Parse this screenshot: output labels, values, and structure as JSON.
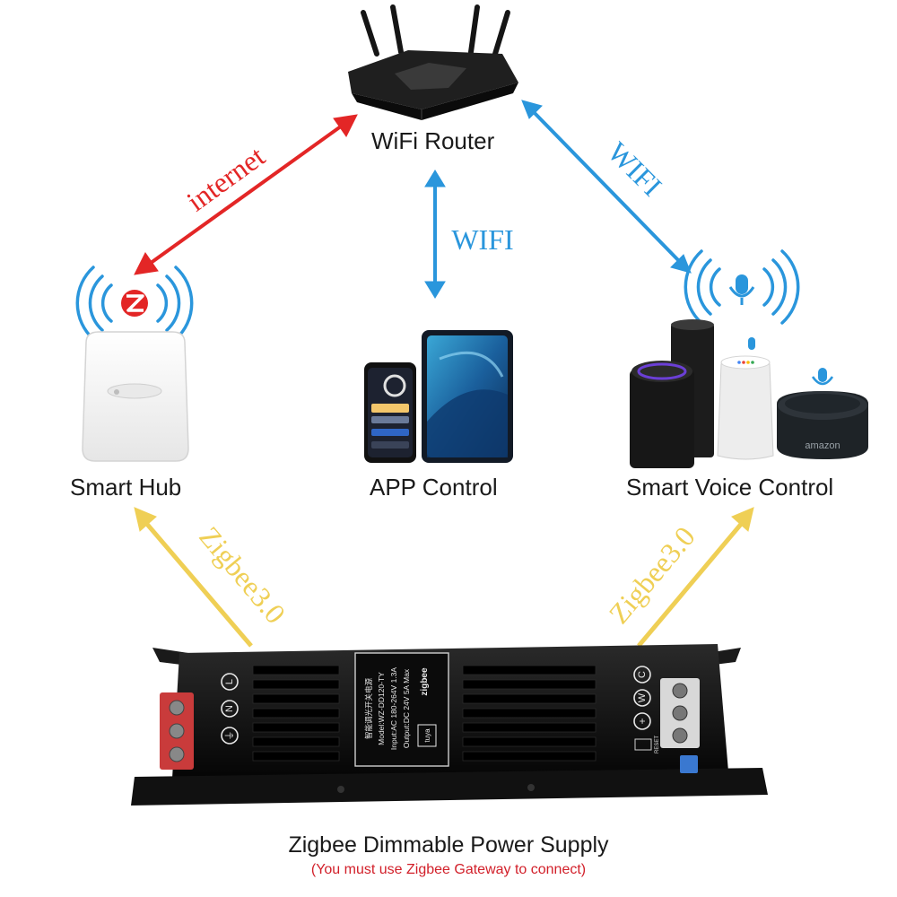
{
  "nodes": {
    "router": "WiFi Router",
    "hub": "Smart Hub",
    "app": "APP Control",
    "voice": "Smart Voice Control"
  },
  "links": {
    "internet": "internet",
    "wifi_center": "WIFI",
    "wifi_right": "WIFI",
    "zigbee_left": "Zigbee3.0",
    "zigbee_right": "Zigbee3.0"
  },
  "device": {
    "title": "Zigbee Dimmable Power Supply",
    "note": "(You must use Zigbee Gateway to connect)",
    "label_lines": [
      "智能调光开关电源",
      "Model:WZ-DD120-TY",
      "Input:AC 180-264V 1.3A",
      "Output:DC 24V 5A Max"
    ],
    "label_brand": "zigbee",
    "label_app": "tuya",
    "left_terminals": [
      "L",
      "N",
      "⏚"
    ],
    "right_terminals": [
      "C",
      "W",
      "+"
    ],
    "reset": "RESET"
  },
  "speaker_brand": "amazon",
  "colors": {
    "internet_arrow": "#e32626",
    "wifi_arrow": "#2a96dc",
    "zigbee_arrow": "#efcf55",
    "note_text": "#d2202a"
  },
  "icons": [
    "router-icon",
    "smart-hub-icon",
    "zigbee-logo-icon",
    "tablet-icon",
    "phone-icon",
    "speaker-icon",
    "microphone-icon",
    "power-supply-icon"
  ]
}
